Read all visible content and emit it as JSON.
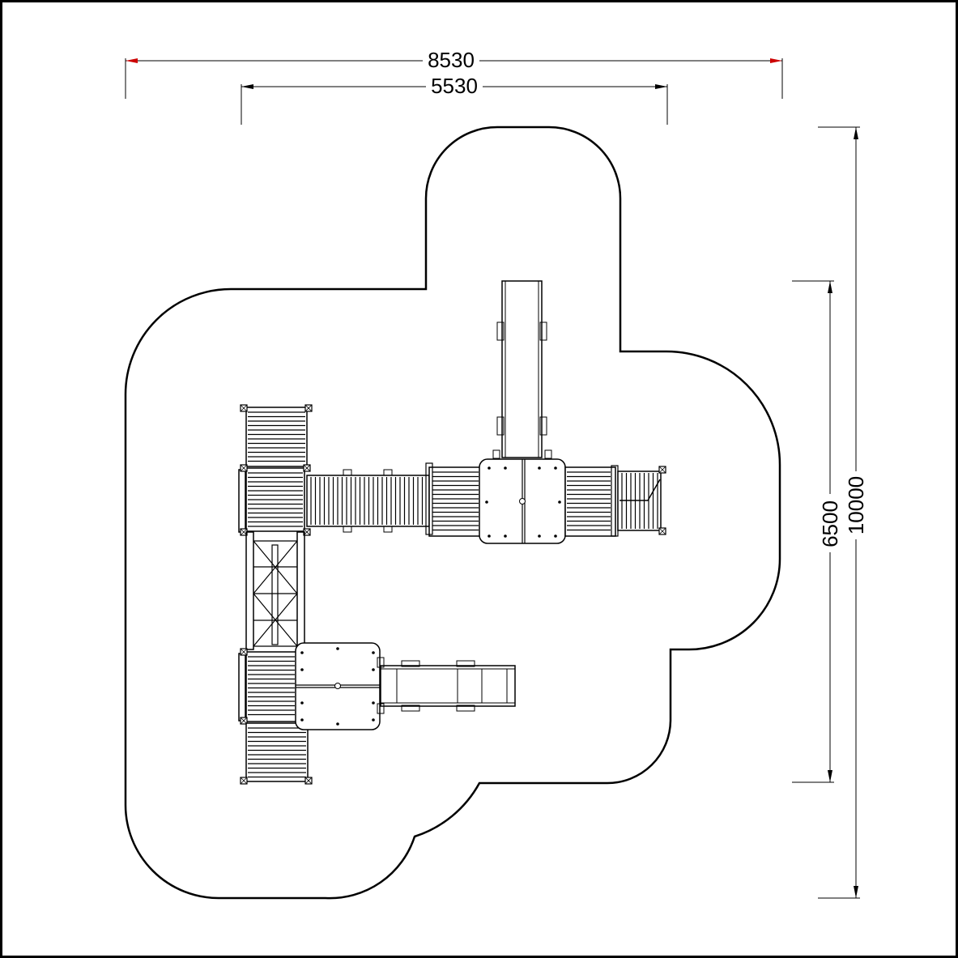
{
  "dimensions": {
    "overall_width": "8530",
    "equipment_width": "5530",
    "equipment_depth": "6500",
    "overall_depth": "10000"
  },
  "colors": {
    "line": "#000000",
    "dimension_arrow_accent": "#cc0000",
    "background": "#ffffff",
    "deck_fill": "#ffffff"
  }
}
